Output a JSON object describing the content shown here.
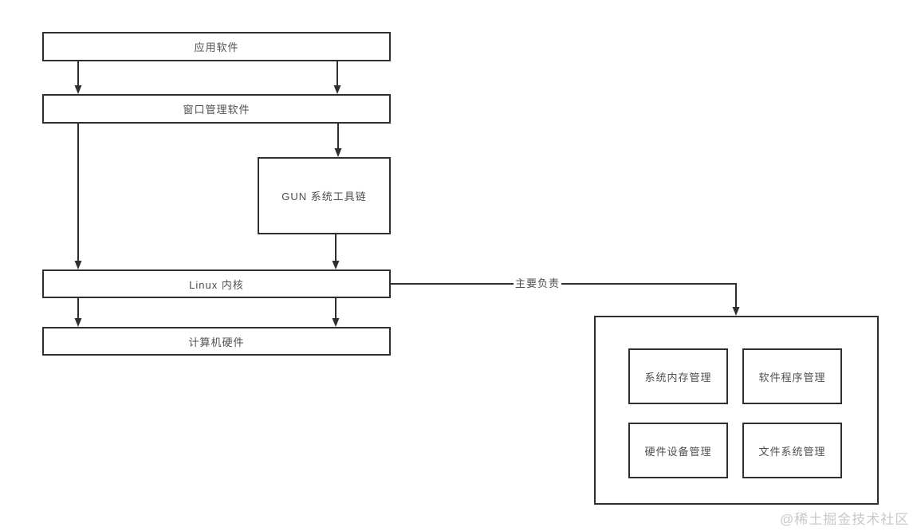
{
  "diagram": {
    "nodes": [
      {
        "id": "app-software",
        "label": "应用软件"
      },
      {
        "id": "window-manager",
        "label": "窗口管理软件"
      },
      {
        "id": "gun-toolchain",
        "label": "GUN 系统工具链"
      },
      {
        "id": "linux-kernel",
        "label": "Linux 内核"
      },
      {
        "id": "computer-hardware",
        "label": "计算机硬件"
      },
      {
        "id": "memory-management",
        "label": "系统内存管理"
      },
      {
        "id": "software-management",
        "label": "软件程序管理"
      },
      {
        "id": "device-management",
        "label": "硬件设备管理"
      },
      {
        "id": "filesystem-management",
        "label": "文件系统管理"
      }
    ],
    "edge_label": "主要负责",
    "colors": {
      "line": "#2f2f2f",
      "text": "#4f4f4f",
      "background": "#ffffff",
      "watermark": "#c9c9c9"
    }
  },
  "watermark": "@稀土掘金技术社区"
}
